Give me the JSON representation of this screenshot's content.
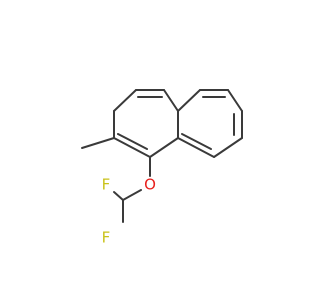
{
  "molecule": {
    "atoms": {
      "oxygen": {
        "label": "O",
        "color": "#e8211e"
      },
      "fluorine_top": {
        "label": "F",
        "color": "#c9c21b"
      },
      "fluorine_bottom": {
        "label": "F",
        "color": "#c9c21b"
      }
    },
    "bond_color": "#3a3a3a"
  }
}
